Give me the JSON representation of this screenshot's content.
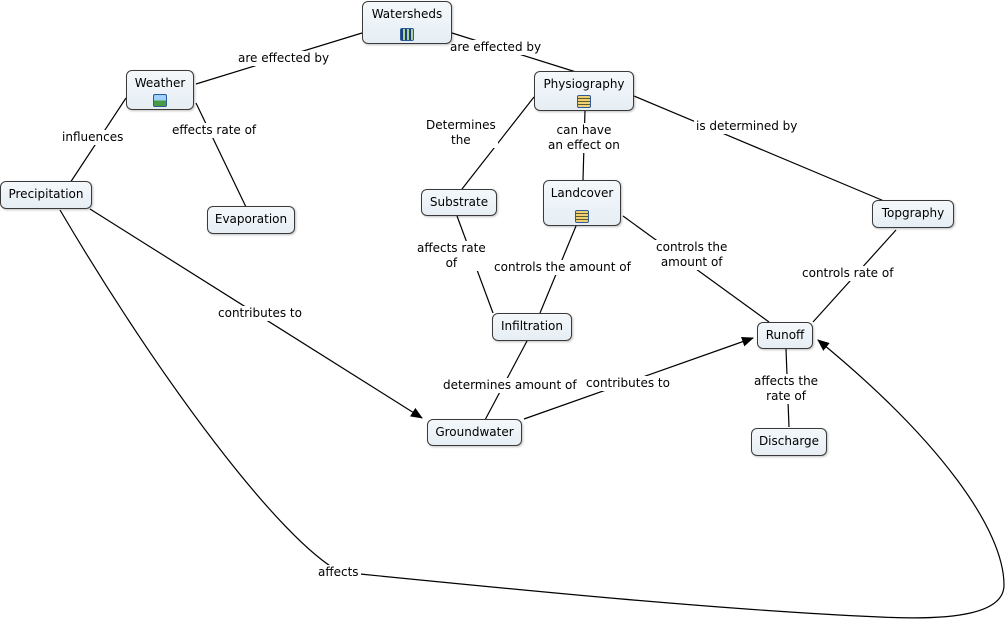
{
  "nodes": {
    "watersheds": {
      "text": "Watersheds",
      "resource": "film-icon"
    },
    "weather": {
      "text": "Weather",
      "resource": "image-icon"
    },
    "physiography": {
      "text": "Physiography",
      "resource": "document-icon"
    },
    "precipitation": {
      "text": "Precipitation"
    },
    "evaporation": {
      "text": "Evaporation"
    },
    "substrate": {
      "text": "Substrate"
    },
    "landcover": {
      "text": "Landcover",
      "resource": "document-icon"
    },
    "topgraphy": {
      "text": "Topgraphy"
    },
    "infiltration": {
      "text": "Infiltration"
    },
    "runoff": {
      "text": "Runoff"
    },
    "groundwater": {
      "text": "Groundwater"
    },
    "discharge": {
      "text": "Discharge"
    }
  },
  "links": {
    "watersheds_weather": "are effected by",
    "watersheds_physiography": "are effected by",
    "weather_precipitation": "influences",
    "weather_evaporation": "effects rate of",
    "physiography_substrate": "Determines\nthe",
    "physiography_landcover": "can have\nan effect on",
    "physiography_topgraphy": "is determined by",
    "substrate_infiltration": "affects rate\nof",
    "landcover_infiltration": "controls the amount of",
    "landcover_runoff": "controls the\namount of",
    "topgraphy_runoff": "controls rate of",
    "precipitation_groundwater": "contributes to",
    "infiltration_groundwater": "determines amount of",
    "groundwater_runoff": "contributes to",
    "runoff_discharge": "affects the\nrate of",
    "precipitation_runoff": "affects"
  }
}
